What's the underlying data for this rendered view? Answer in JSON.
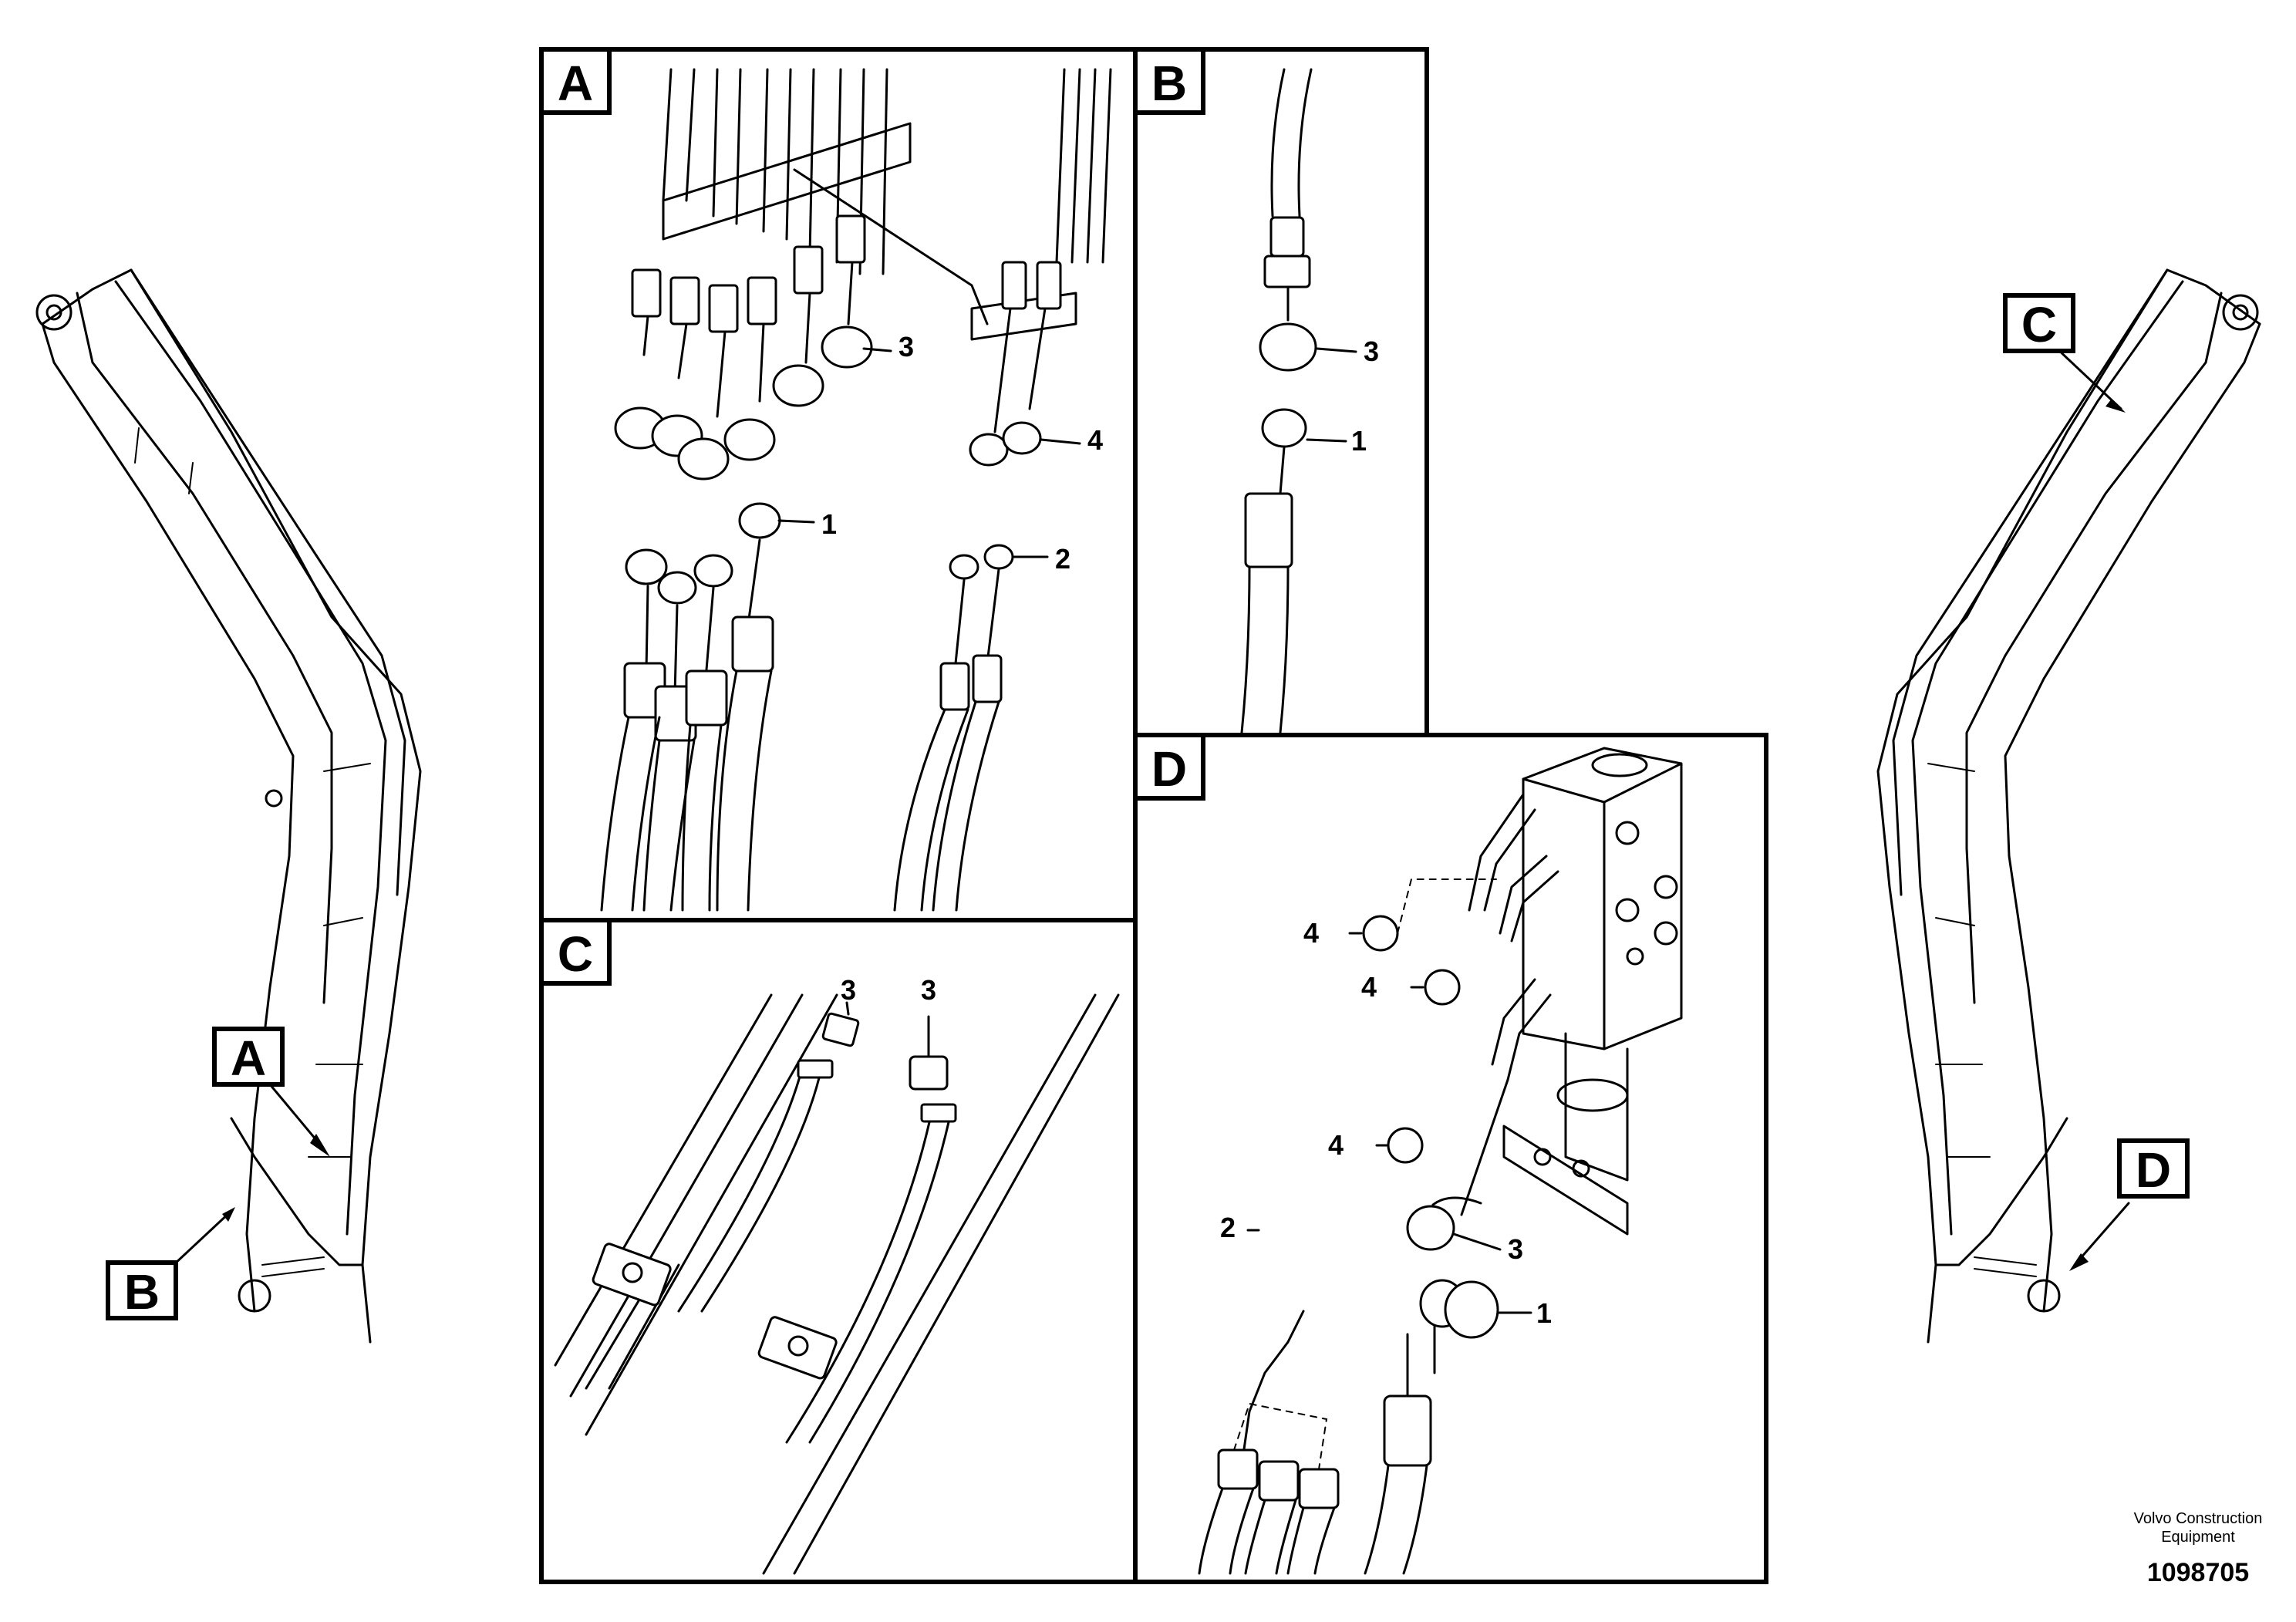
{
  "views": [
    {
      "id": "A",
      "label": "A"
    },
    {
      "id": "B",
      "label": "B"
    },
    {
      "id": "C",
      "label": "C"
    },
    {
      "id": "D",
      "label": "D"
    }
  ],
  "callouts": {
    "a_3": "3",
    "a_4": "4",
    "a_1": "1",
    "a_2": "2",
    "b_3": "3",
    "b_1": "1",
    "c_3a": "3",
    "c_3b": "3",
    "d_4a": "4",
    "d_4b": "4",
    "d_4c": "4",
    "d_2": "2",
    "d_3": "3",
    "d_1": "1"
  },
  "footer": {
    "company_line1": "Volvo Construction",
    "company_line2": "Equipment",
    "drawing_number": "1098705"
  }
}
